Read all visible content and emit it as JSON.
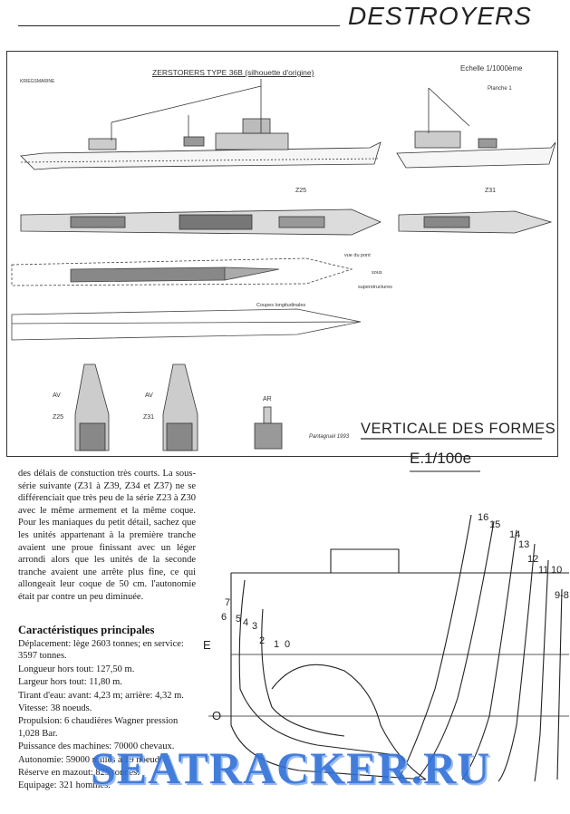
{
  "header": {
    "title": "DESTROYERS"
  },
  "plate": {
    "title": "ZERSTORERS TYPE 36B (silhouette d'origine)",
    "scale": "Echelle 1/1000ème",
    "kriegsmarine_label": "KRIEGSMARINE",
    "planche_label": "Planche 1",
    "z25_label": "Z25",
    "z31_label": "Z31",
    "vue_du_pont": "vue du pont",
    "sous": "sous",
    "superstructures": "superstructures",
    "coupes": "Coupes longitudinales",
    "front_views": [
      {
        "mark": "AV",
        "name": "Z25"
      },
      {
        "mark": "AV",
        "name": "Z31"
      },
      {
        "mark": "AR",
        "name": ""
      }
    ],
    "signature": "Pantagruel 1993"
  },
  "article": {
    "paragraph": "des délais de constuction très courts. La sous-série suivante (Z31 à Z39, Z34 et Z37) ne se différenciait que très peu de la série Z23 à Z30 avec le même armement et la même coque. Pour les maniaques du petit détail, sachez que les unités appartenant à la première tranche avaient une proue finissant avec un léger arrondi alors que les unités de la seconde tranche avaient une arrête plus fine, ce qui allongeait leur coque de 50 cm. l'autonomie était par contre un peu diminuée.",
    "specs_title": "Caractéristiques principales",
    "specs": [
      "Déplacement: lège 2603 tonnes; en service: 3597 tonnes.",
      "Longueur hors tout: 127,50 m.",
      "Largeur hors tout: 11,80 m.",
      "Tirant d'eau: avant: 4,23 m; arrière: 4,32 m.",
      "Vitesse: 38 noeuds.",
      "Propulsion: 6 chaudières Wagner pression 1,028 Bar.",
      "Puissance des machines: 70000 chevaux.",
      "Autonomie: 59000 milles à 19 noeuds.",
      "Réserve en mazout: 825 tonnes.",
      "Equipage: 321 hommes."
    ]
  },
  "lines_plan": {
    "title": "VERTICALE DES FORMES",
    "scale": "E.1/100e",
    "station_numbers": [
      "16",
      "15",
      "14",
      "13",
      "12",
      "11",
      "10",
      "9-8",
      "7",
      "6",
      "5",
      "4",
      "3",
      "2",
      "1",
      "0"
    ],
    "waterline_E": "E",
    "baseline_O": "O"
  },
  "watermark": {
    "text": "SEATRACKER.RU"
  }
}
